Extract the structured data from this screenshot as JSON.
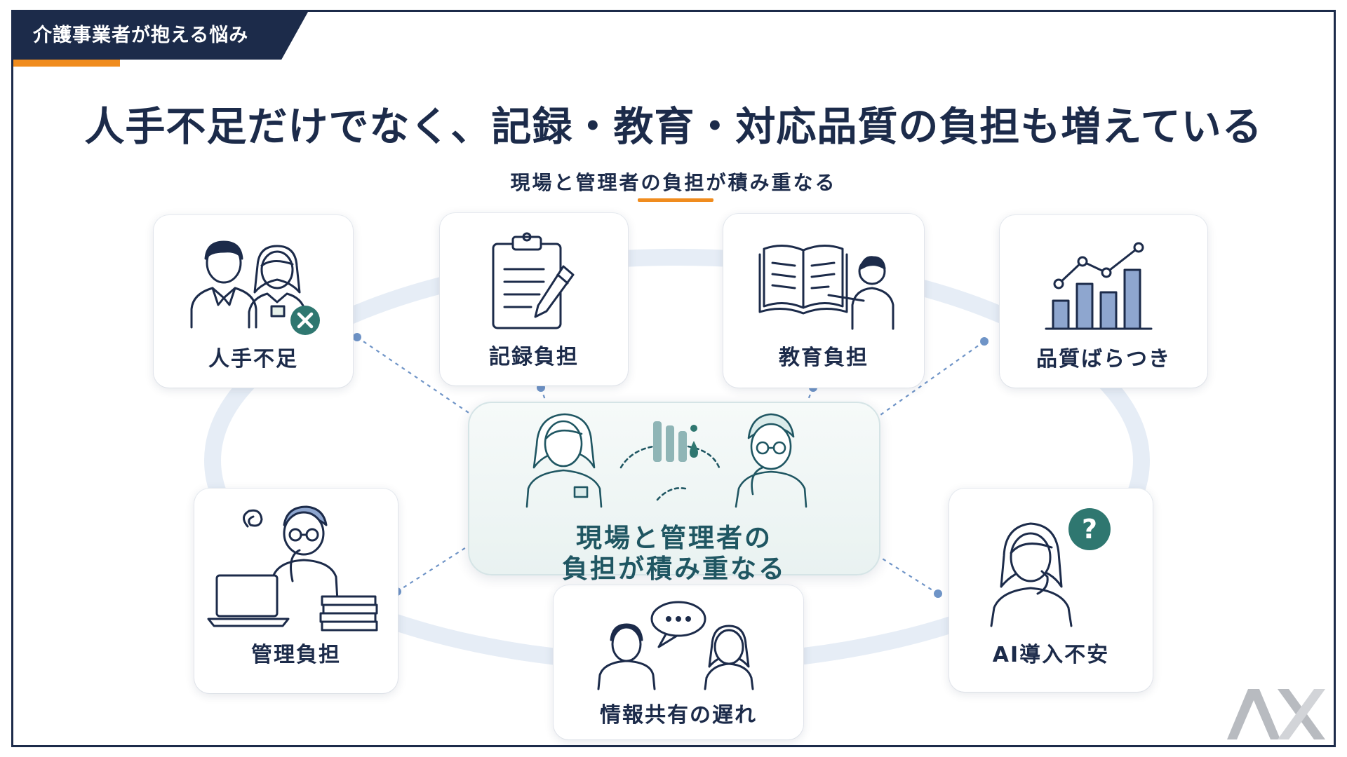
{
  "header_tag": "介護事業者が抱える悩み",
  "headline": "人手不足だけでなく、記録・教育・対応品質の負担も増えている",
  "subheadline": "現場と管理者の負担が積み重なる",
  "center": {
    "line1": "現場と管理者の",
    "line2": "負担が積み重なる",
    "icon": "worried-staff-and-manager-icon"
  },
  "cards": [
    {
      "label": "人手不足",
      "icon": "staff-shortage-icon"
    },
    {
      "label": "記録負担",
      "icon": "clipboard-pen-icon"
    },
    {
      "label": "教育負担",
      "icon": "open-book-icon"
    },
    {
      "label": "品質ばらつき",
      "icon": "bar-chart-icon"
    },
    {
      "label": "管理負担",
      "icon": "manager-laptop-icon"
    },
    {
      "label": "情報共有の遅れ",
      "icon": "conversation-icon"
    },
    {
      "label": "AI導入不安",
      "icon": "question-person-icon"
    }
  ],
  "logo": "AX",
  "colors": {
    "navy": "#1c2b4a",
    "accent": "#f08c1e",
    "teal": "#1f5662",
    "ring": "#e6edf6",
    "connector": "#6f94c7",
    "bar": "#8ea6cf"
  }
}
